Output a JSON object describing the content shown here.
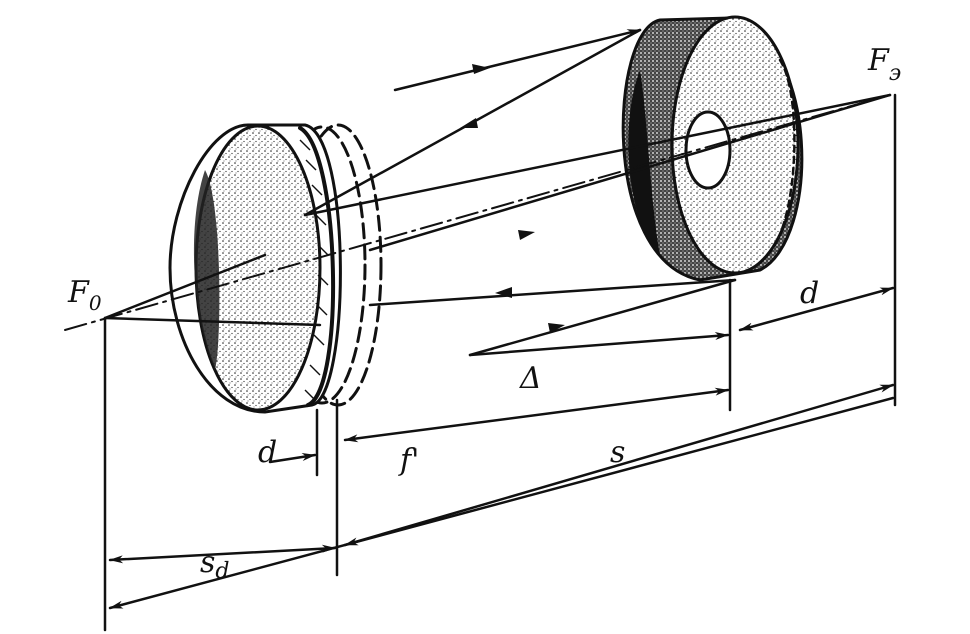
{
  "diagram": {
    "labels": {
      "focus_object": "F",
      "focus_object_sub": "0",
      "focus_image": "F",
      "focus_image_sub": "э",
      "thickness_left": "d",
      "thickness_right": "d",
      "focal_length": "f'",
      "separation": "Δ",
      "distance": "s",
      "distance_front": "s",
      "distance_front_sub": "d"
    }
  }
}
